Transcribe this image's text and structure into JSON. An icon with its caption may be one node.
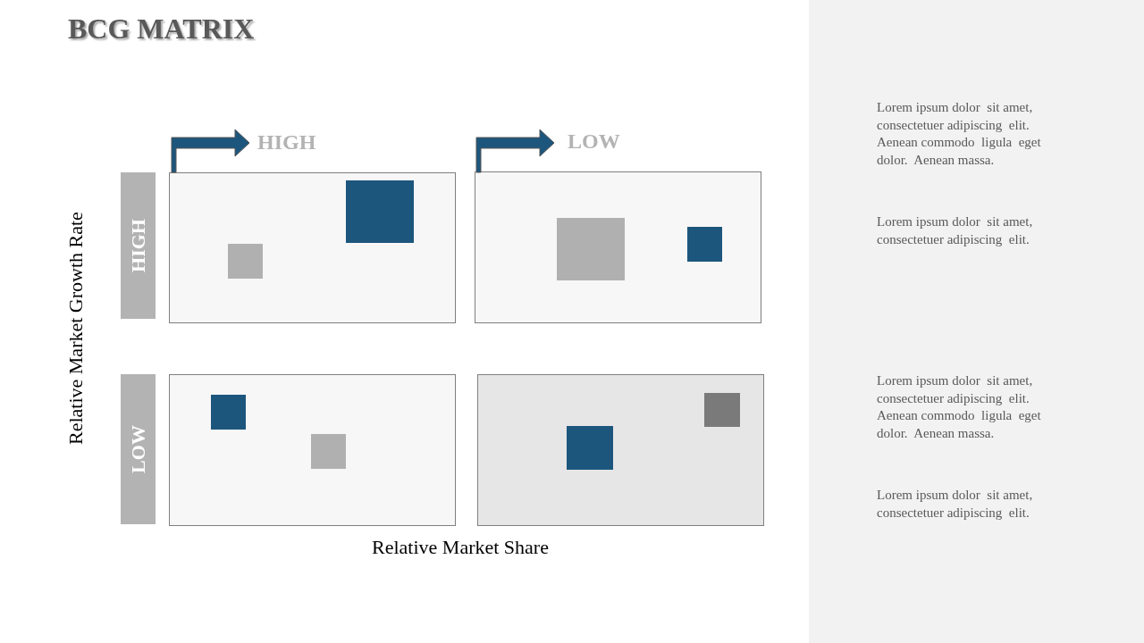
{
  "diagram": {
    "title": "BCG MATRIX",
    "nodes": [
      {
        "text": [
          "HIGH"
        ]
      },
      {
        "text": [
          "LOW"
        ]
      },
      {
        "text": [],
        "shape": "box"
      },
      {
        "text": [],
        "shape": "box"
      },
      {
        "text": [],
        "shape": "box"
      },
      {
        "text": [],
        "shape": "box"
      },
      {
        "text": [],
        "shape": "box",
        "in": 2
      },
      {
        "text": [],
        "shape": "box",
        "in": 2
      },
      {
        "text": [],
        "shape": "box",
        "in": 3
      },
      {
        "text": [],
        "shape": "box",
        "in": 3
      },
      {
        "text": [],
        "shape": "box",
        "in": 4
      },
      {
        "text": [],
        "shape": "box",
        "in": 4
      },
      {
        "text": [],
        "shape": "box",
        "in": 5
      },
      {
        "text": [],
        "shape": "box",
        "in": 5
      }
    ],
    "edges": [],
    "labels": [
      "HIGH",
      "LOW",
      "Relative Market Growth Rate",
      "Relative Market Share",
      "Lorem ipsum dolor  sit amet, consectetuer adipiscing  elit. Aenean commodo  ligula  eget dolor.  Aenean massa.",
      "Lorem ipsum dolor  sit amet, consectetuer adipiscing  elit.",
      "Lorem ipsum dolor  sit amet, consectetuer adipiscing  elit. Aenean commodo  ligula  eget dolor.  Aenean massa.",
      "Lorem ipsum dolor  sit amet, consectetuer adipiscing  elit."
    ]
  }
}
